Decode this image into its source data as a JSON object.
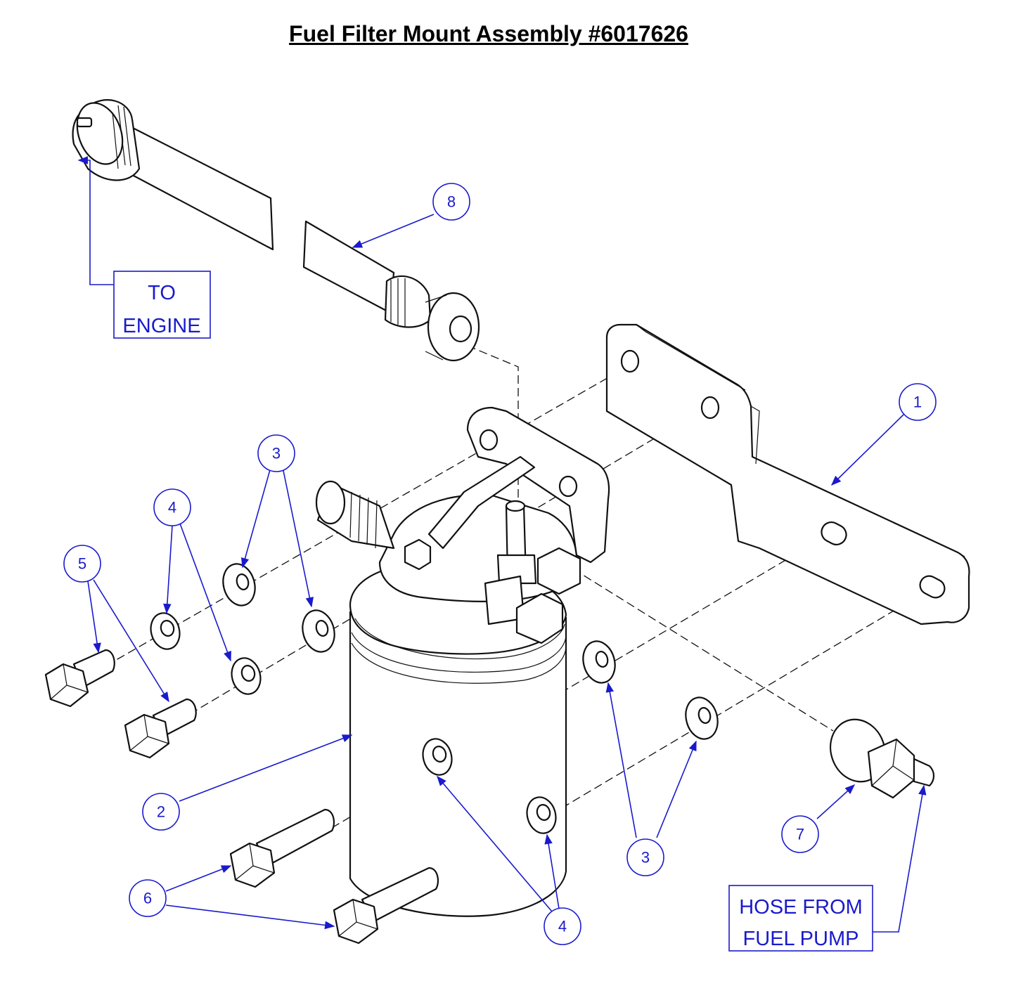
{
  "title": "Fuel Filter Mount Assembly #6017626",
  "callouts": [
    {
      "id": "callout-1",
      "label": "1"
    },
    {
      "id": "callout-2",
      "label": "2"
    },
    {
      "id": "callout-3-top",
      "label": "3"
    },
    {
      "id": "callout-3-bottom",
      "label": "3"
    },
    {
      "id": "callout-4-top",
      "label": "4"
    },
    {
      "id": "callout-4-bottom",
      "label": "4"
    },
    {
      "id": "callout-5",
      "label": "5"
    },
    {
      "id": "callout-6",
      "label": "6"
    },
    {
      "id": "callout-7",
      "label": "7"
    },
    {
      "id": "callout-8",
      "label": "8"
    }
  ],
  "notes": {
    "to_engine": [
      "TO",
      "ENGINE"
    ],
    "hose_from_fuel_pump": [
      "HOSE FROM",
      "FUEL PUMP"
    ]
  },
  "colors": {
    "callout": "#1a1acc",
    "linework": "#111111"
  }
}
